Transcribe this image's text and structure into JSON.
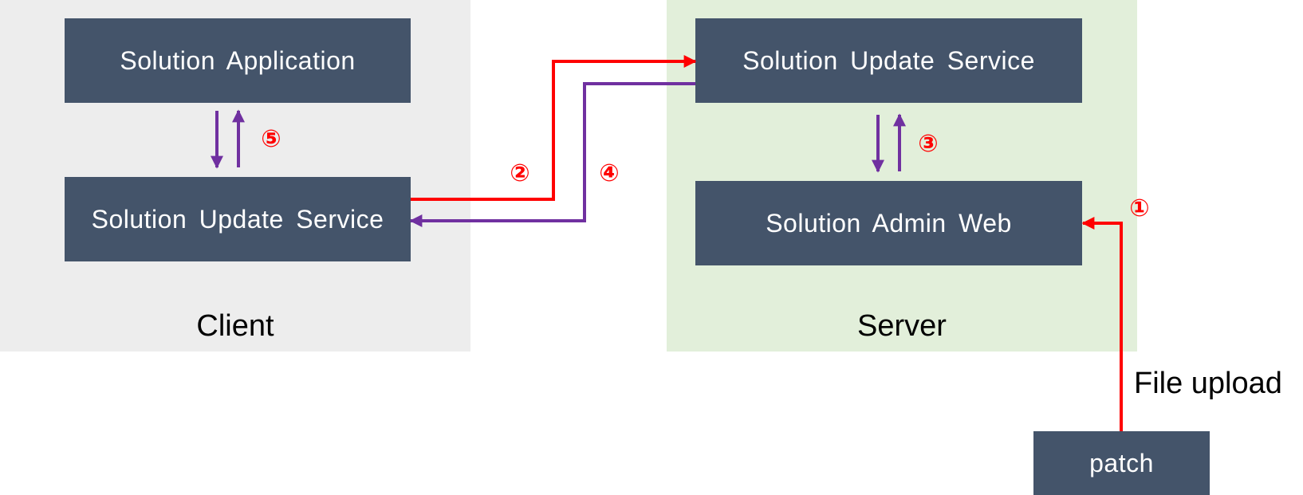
{
  "regions": {
    "client": {
      "label": "Client",
      "color": "#ededed"
    },
    "server": {
      "label": "Server",
      "color": "#e2efda"
    }
  },
  "boxes": {
    "solution_application": "Solution Application",
    "client_update_service": "Solution Update Service",
    "server_update_service": "Solution Update Service",
    "admin_web": "Solution Admin Web",
    "patch": "patch"
  },
  "steps": {
    "one": "①",
    "two": "②",
    "three": "③",
    "four": "④",
    "five": "⑤"
  },
  "annotations": {
    "file_upload": "File upload"
  },
  "colors": {
    "box": "#44546a",
    "request_arrow": "#ff0000",
    "response_arrow": "#7030a0"
  }
}
